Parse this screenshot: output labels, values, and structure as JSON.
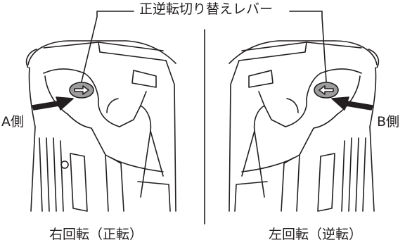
{
  "title_label": "正逆転切り替えレバー",
  "left_side_label": "A側",
  "right_side_label": "B側",
  "left_caption": "右回転（正転）",
  "right_caption": "左回転（逆転）",
  "colors": {
    "line": "#231f20",
    "lever": "#9d9d9d",
    "background": "#ffffff"
  },
  "icons": [
    "arrow-right-icon",
    "arrow-left-icon",
    "lever-arrow-right-icon",
    "lever-arrow-left-icon"
  ]
}
